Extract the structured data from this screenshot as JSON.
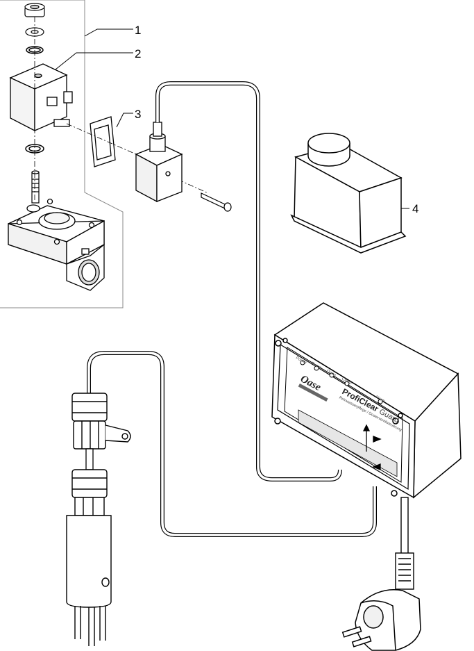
{
  "callouts": [
    {
      "id": "1",
      "label": "1"
    },
    {
      "id": "2",
      "label": "2"
    },
    {
      "id": "3",
      "label": "3"
    },
    {
      "id": "4",
      "label": "4"
    }
  ],
  "control_unit": {
    "brand": "Oase",
    "product_first": "Profi",
    "product_second": "Clear",
    "product_third": "Guard",
    "subtitle": "Reinwasser­pflege / Dosierventilsteuerung",
    "leds": [
      "Power",
      "Pump",
      "Open",
      "Clean",
      "Alarm"
    ]
  },
  "colors": {
    "line": "#000000",
    "panel": "#ffffff",
    "frame_border": "#888888",
    "text": "#000000"
  }
}
